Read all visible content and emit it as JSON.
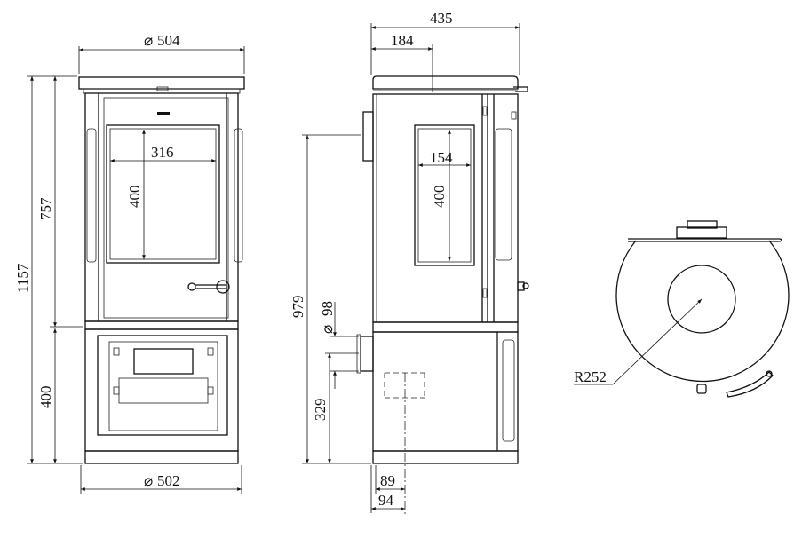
{
  "dimensions": {
    "front_top_diameter": "504",
    "front_total_height": "1157",
    "front_upper_height": "757",
    "front_base_height": "400",
    "front_window_width": "316",
    "front_window_height": "400",
    "front_base_diameter": "502",
    "side_depth": "435",
    "side_flue_offset": "184",
    "side_window_width": "154",
    "side_window_height": "400",
    "side_rear_outlet_height": "979",
    "side_outlet_diameter": "98",
    "side_outlet_centre_height": "329",
    "side_outlet_offset_a": "89",
    "side_outlet_offset_b": "94",
    "top_radius": "R252"
  },
  "symbols": {
    "diameter": "⌀"
  }
}
